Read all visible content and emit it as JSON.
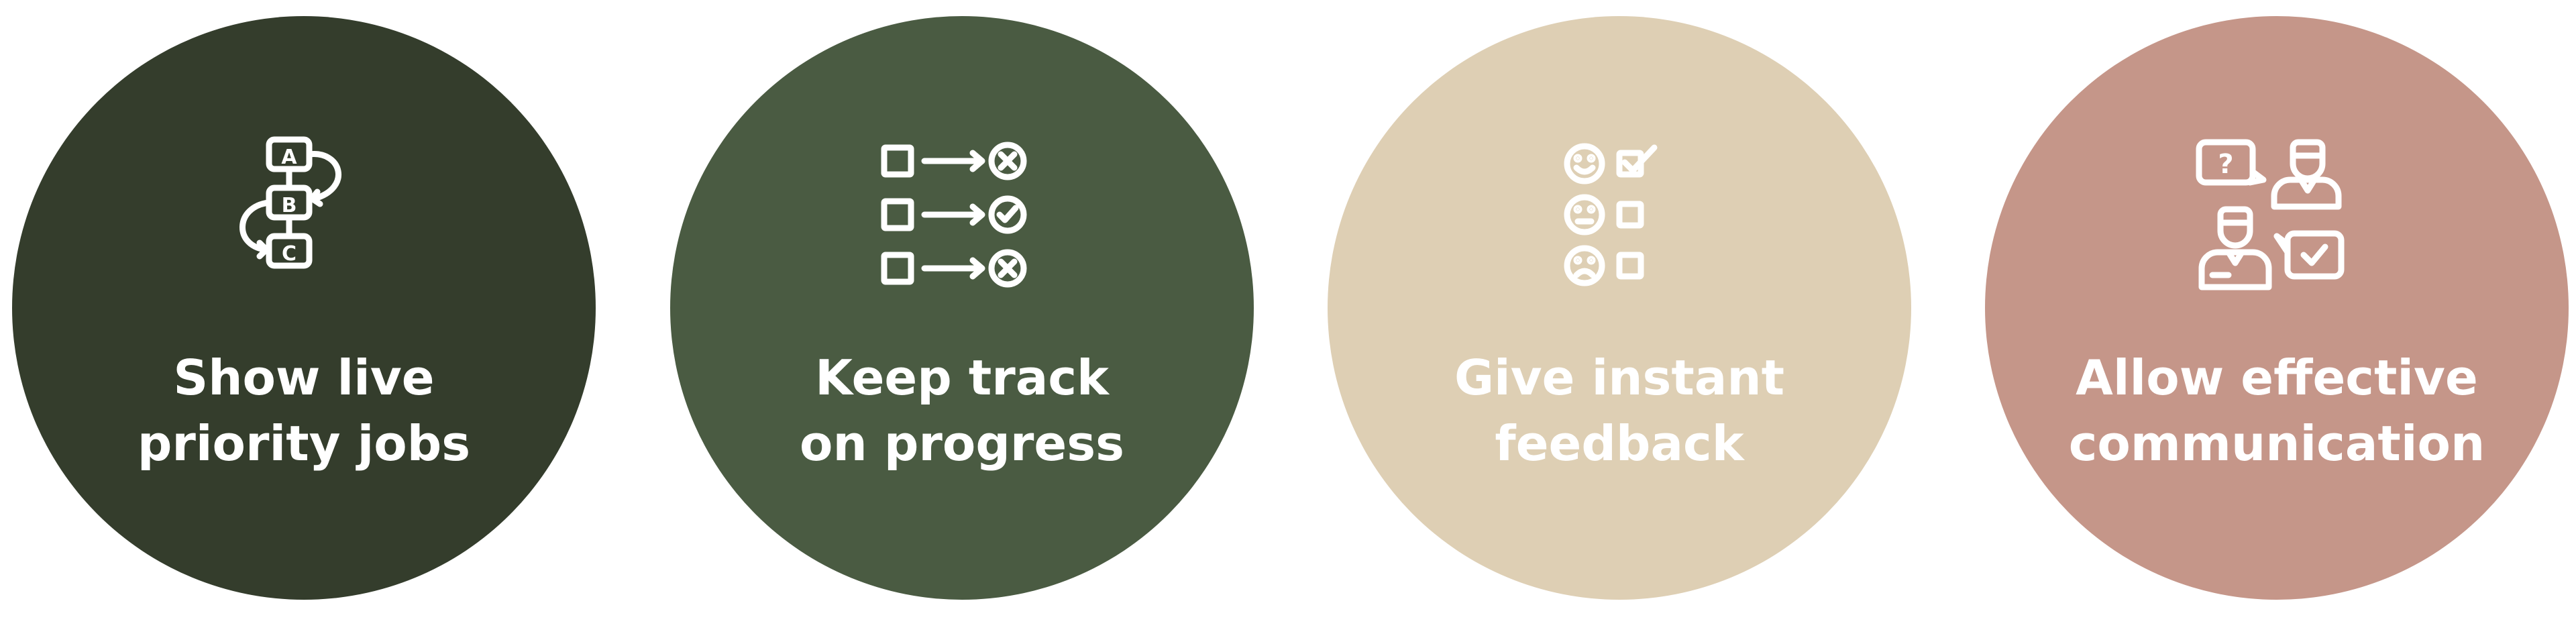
{
  "features": [
    {
      "id": "priority",
      "color": "#343d2c",
      "icon": "flowchart-abc-icon",
      "line1": "Show live",
      "line2": "priority jobs",
      "icon_letters": {
        "a": "A",
        "b": "B",
        "c": "C"
      }
    },
    {
      "id": "progress",
      "color": "#4a5b42",
      "icon": "checklist-progress-icon",
      "line1": "Keep track",
      "line2": "on progress"
    },
    {
      "id": "feedback",
      "color": "#decfb4",
      "icon": "feedback-faces-icon",
      "line1": "Give instant",
      "line2": "feedback"
    },
    {
      "id": "communication",
      "color": "#c59689",
      "icon": "people-chat-icon",
      "line1": "Allow effective",
      "line2": "communication",
      "icon_glyph": "?"
    }
  ]
}
